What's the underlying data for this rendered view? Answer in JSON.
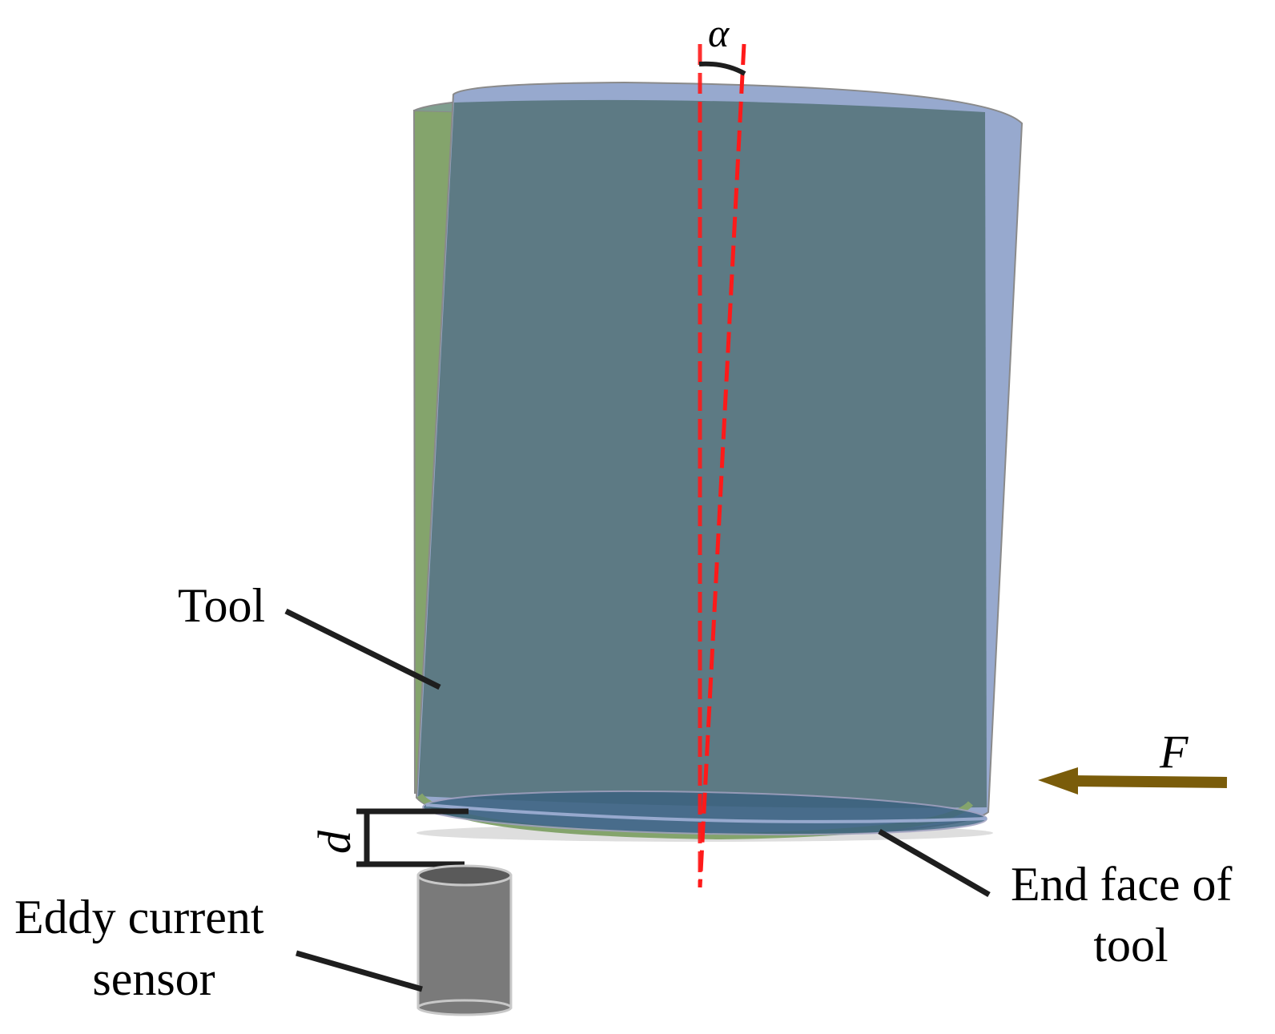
{
  "labels": {
    "tool": "Tool",
    "end_face_line1": "End face of",
    "end_face_line2": "tool",
    "sensor_line1": "Eddy current",
    "sensor_line2": "sensor",
    "distance_symbol": "d",
    "force_symbol": "F",
    "angle_symbol": "α"
  },
  "colors": {
    "tilted_tool": "#5d7a84",
    "straight_tool_edge": "#84a46c",
    "tilted_tool_edge": "#97a9ce",
    "axis_dash": "#ff1a1a",
    "force_arrow": "#7a5c0a",
    "sensor_body": "#7a7a7a",
    "leader": "#1e1e1e"
  }
}
